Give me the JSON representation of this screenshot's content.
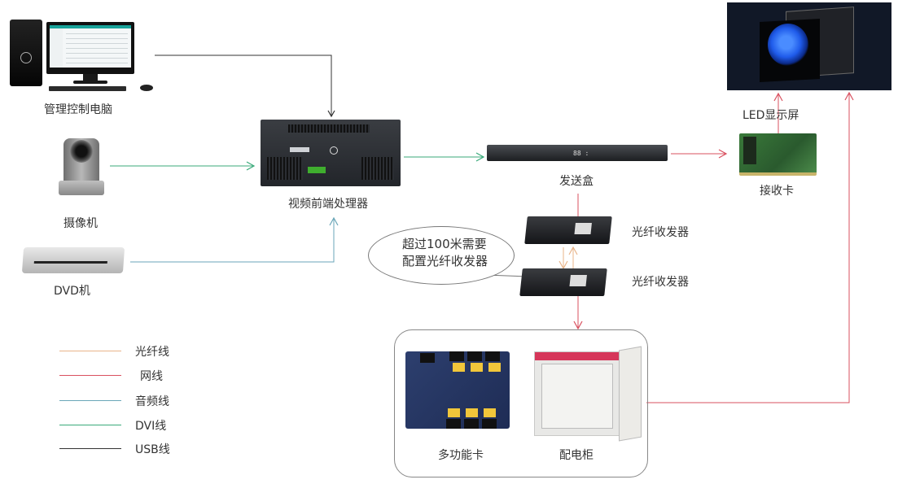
{
  "title": "LED显示屏系统连接图",
  "devices": {
    "pc": {
      "label": "管理控制电脑",
      "icon": "computer-icon"
    },
    "camera": {
      "label": "摄像机",
      "icon": "camera-icon"
    },
    "dvd": {
      "label": "DVD机",
      "icon": "dvd-player-icon"
    },
    "processor": {
      "label": "视频前端处理器",
      "icon": "video-processor-icon"
    },
    "sender": {
      "label": "发送盒",
      "display": "88 :",
      "icon": "sender-box-icon"
    },
    "fiber_top": {
      "label": "光纤收发器",
      "icon": "fiber-transceiver-icon"
    },
    "fiber_bottom": {
      "label": "光纤收发器",
      "icon": "fiber-transceiver-icon"
    },
    "receiver": {
      "label": "接收卡",
      "icon": "receiver-card-icon"
    },
    "led": {
      "label": "LED显示屏",
      "icon": "led-screen-icon"
    },
    "multifunction": {
      "label": "多功能卡",
      "icon": "multifunction-card-icon"
    },
    "cabinet": {
      "label": "配电柜",
      "icon": "power-cabinet-icon"
    }
  },
  "callout": {
    "line1": "超过100米需要",
    "line2": "配置光纤收发器"
  },
  "legend": [
    {
      "label": "光纤线",
      "color": "#e8b48a"
    },
    {
      "label": "网线",
      "color": "#d9505f"
    },
    {
      "label": "音频线",
      "color": "#6aa6b8"
    },
    {
      "label": "DVI线",
      "color": "#3aaa7a"
    },
    {
      "label": "USB线",
      "color": "#333333"
    }
  ],
  "connections": [
    {
      "from": "pc",
      "to": "processor",
      "type": "USB线"
    },
    {
      "from": "camera",
      "to": "processor",
      "type": "DVI线"
    },
    {
      "from": "dvd",
      "to": "processor",
      "type": "音频线"
    },
    {
      "from": "processor",
      "to": "sender",
      "type": "DVI线"
    },
    {
      "from": "sender",
      "to": "receiver",
      "type": "网线"
    },
    {
      "from": "receiver",
      "to": "led",
      "type": "网线"
    },
    {
      "from": "sender",
      "to": "fiber_top",
      "type": "网线"
    },
    {
      "from": "fiber_top",
      "to": "fiber_bottom",
      "type": "光纤线"
    },
    {
      "from": "fiber_bottom",
      "to": "control_group",
      "type": "网线"
    },
    {
      "from": "control_group",
      "to": "led",
      "type": "网线"
    }
  ]
}
